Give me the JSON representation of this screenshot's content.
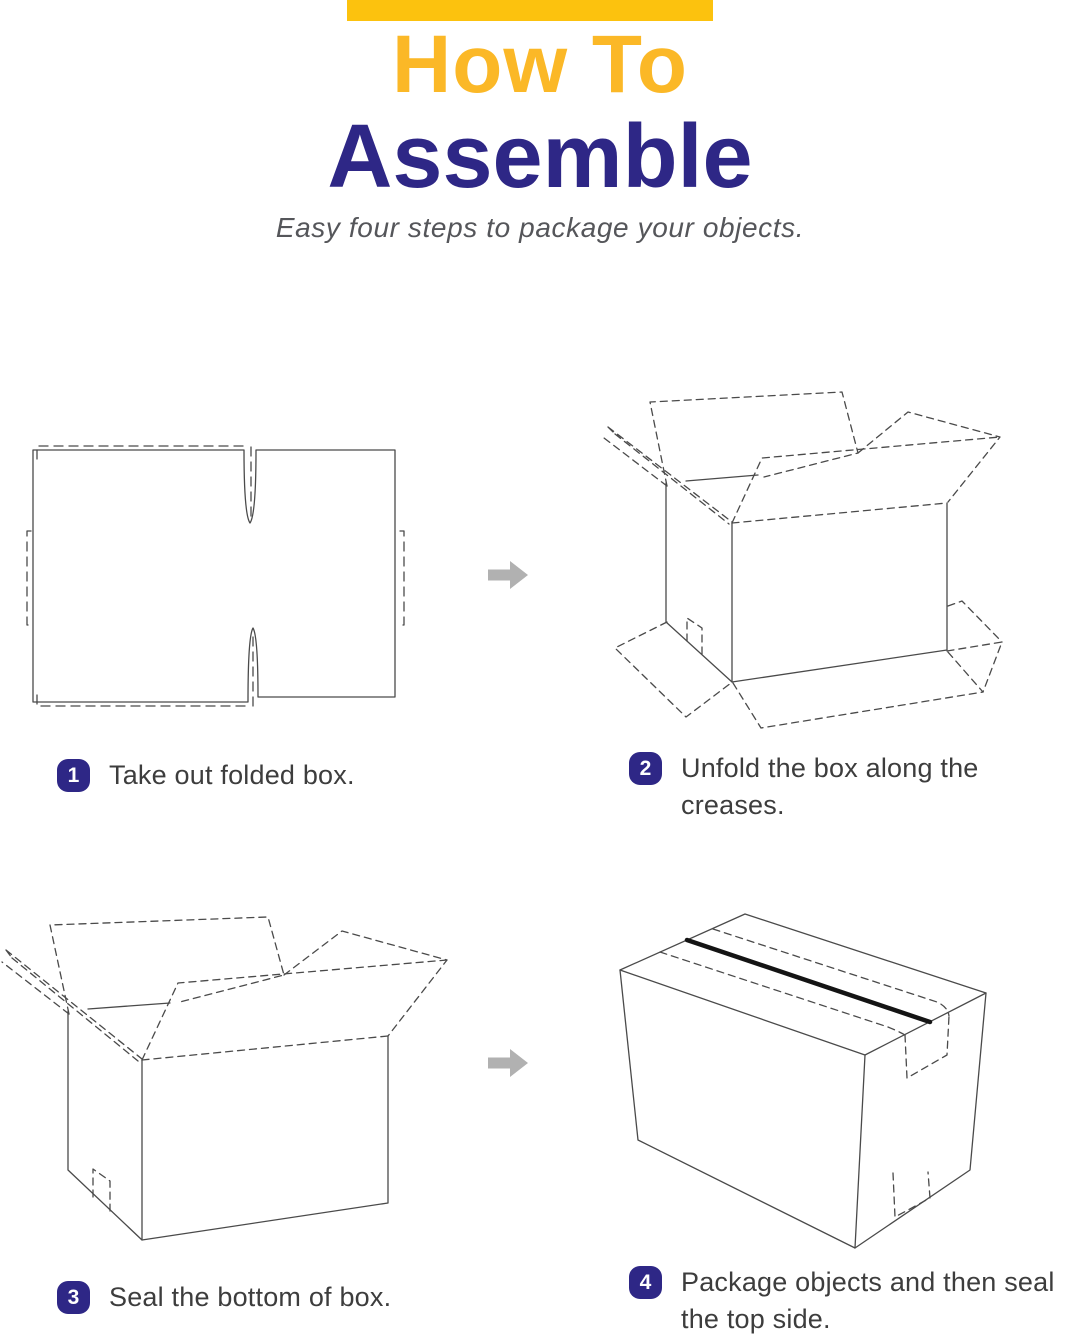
{
  "header": {
    "title_line1": "How To",
    "title_line2": "Assemble",
    "subtitle": "Easy four steps to package your objects."
  },
  "steps": [
    {
      "number": "1",
      "text": "Take out folded box."
    },
    {
      "number": "2",
      "text": "Unfold the box along the creases."
    },
    {
      "number": "3",
      "text": "Seal the bottom of box."
    },
    {
      "number": "4",
      "text": "Package objects and then seal the top side."
    }
  ],
  "icons": {
    "arrow_right": "right-arrow",
    "illustration_1": "flat-folded-box",
    "illustration_2": "unfolded-open-box",
    "illustration_3": "open-box-sealed-bottom",
    "illustration_4": "closed-box-taped-top"
  },
  "colors": {
    "accent_bar_yellow": "#FCC20E",
    "title_yellow": "#FBB827",
    "title_navy": "#2E2786",
    "badge_navy": "#2E2786",
    "step_text_gray": "#3D3D3D",
    "subtitle_gray": "#55565A",
    "line_gray": "#4A4A4A",
    "arrow_gray": "#B1B1B1",
    "tape_black": "#141414"
  }
}
